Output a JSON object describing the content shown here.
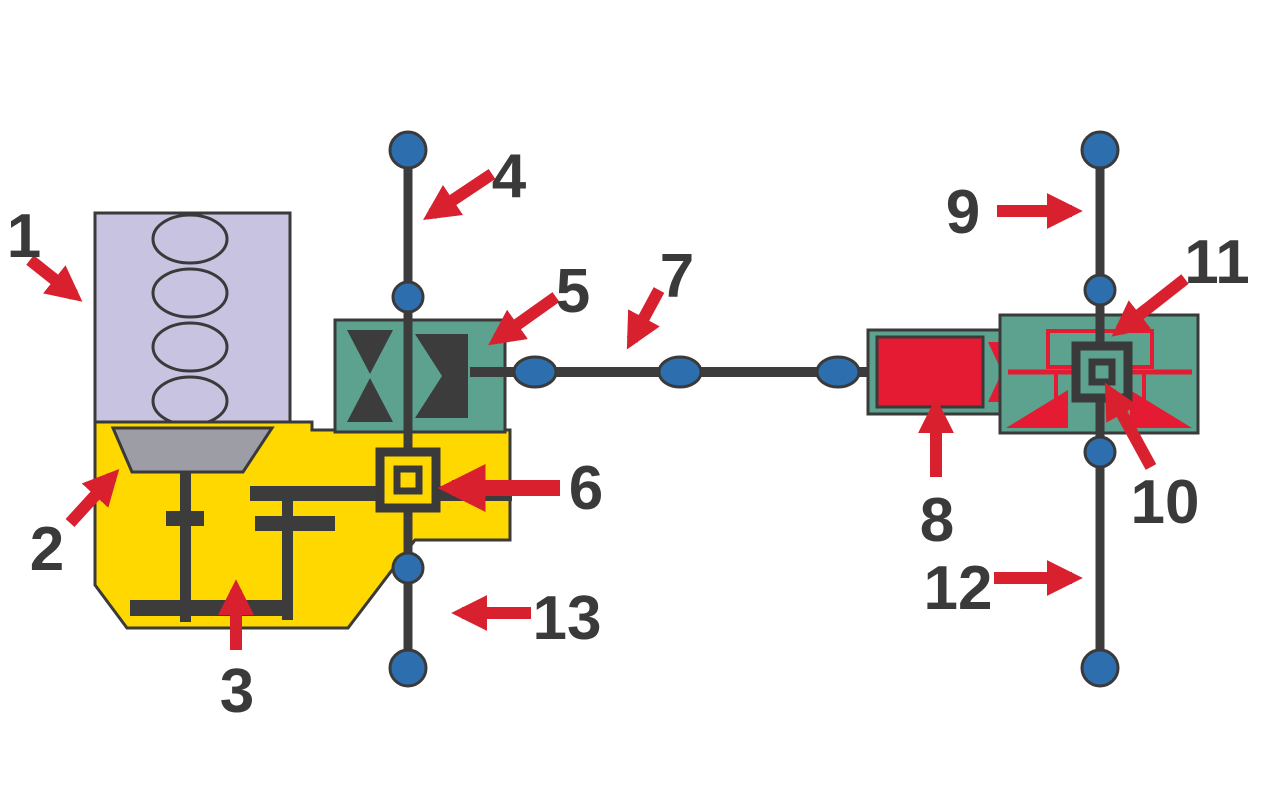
{
  "diagram": {
    "labels": [
      "1",
      "2",
      "3",
      "4",
      "5",
      "6",
      "7",
      "8",
      "9",
      "10",
      "11",
      "12",
      "13"
    ],
    "colors": {
      "background": "#ffffff",
      "engine_lavender": "#c9c3e2",
      "gearbox_yellow": "#ffd800",
      "housing_teal": "#5ca28e",
      "shaft_dark": "#3c3c3c",
      "joint_blue": "#2d6fae",
      "arrow_red": "#d8202f",
      "part_red": "#e41b33",
      "pan_gray": "#9d9da5",
      "label_dark": "#3a3a3a"
    }
  }
}
